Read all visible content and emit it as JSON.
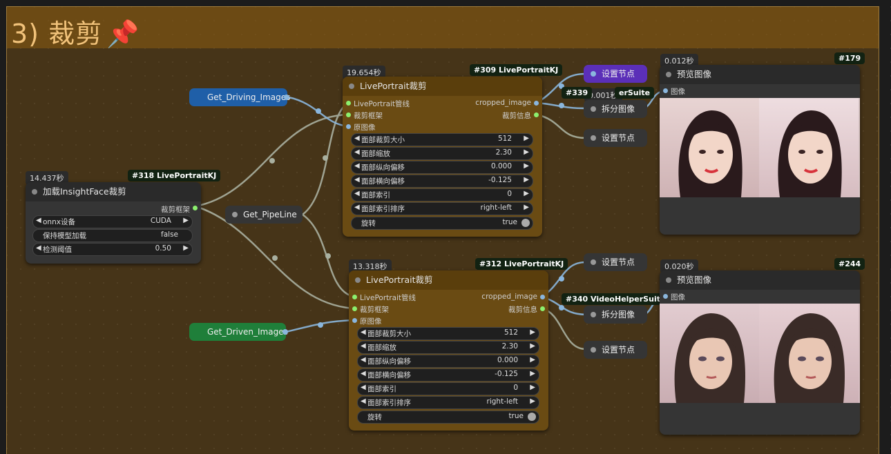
{
  "group": {
    "title": "3) 裁剪",
    "pin": "📌"
  },
  "nodes": {
    "load_insightface": {
      "time": "14.437秒",
      "id": "#318 LivePortraitKJ",
      "title": "加载InsightFace裁剪",
      "output": "裁剪框架",
      "widgets": [
        {
          "label": "onnx设备",
          "value": "CUDA"
        },
        {
          "label": "保持模型加载",
          "value": "false"
        },
        {
          "label": "检测阈值",
          "value": "0.50"
        }
      ]
    },
    "crop1": {
      "time": "19.654秒",
      "id": "#309 LivePortraitKJ",
      "title": "LivePortrait裁剪",
      "inputs": [
        "LivePortrait管线",
        "裁剪框架",
        "原图像"
      ],
      "outputs": [
        "cropped_image",
        "裁剪信息"
      ],
      "widgets": [
        {
          "label": "面部裁剪大小",
          "value": "512"
        },
        {
          "label": "面部缩放",
          "value": "2.30"
        },
        {
          "label": "面部纵向偏移",
          "value": "0.000"
        },
        {
          "label": "面部横向偏移",
          "value": "-0.125"
        },
        {
          "label": "面部索引",
          "value": "0"
        },
        {
          "label": "面部索引排序",
          "value": "right-left"
        }
      ],
      "toggle": {
        "label": "旋转",
        "value": "true"
      }
    },
    "crop2": {
      "time": "13.318秒",
      "id": "#312 LivePortraitKJ",
      "title": "LivePortrait裁剪",
      "inputs": [
        "LivePortrait管线",
        "裁剪框架",
        "原图像"
      ],
      "outputs": [
        "cropped_image",
        "裁剪信息"
      ],
      "widgets": [
        {
          "label": "面部裁剪大小",
          "value": "512"
        },
        {
          "label": "面部缩放",
          "value": "2.30"
        },
        {
          "label": "面部纵向偏移",
          "value": "0.000"
        },
        {
          "label": "面部横向偏移",
          "value": "-0.125"
        },
        {
          "label": "面部索引",
          "value": "0"
        },
        {
          "label": "面部索引排序",
          "value": "right-left"
        }
      ],
      "toggle": {
        "label": "旋转",
        "value": "true"
      }
    },
    "preview1": {
      "time": "0.012秒",
      "id": "#179",
      "title": "预览图像",
      "input": "图像"
    },
    "preview2": {
      "time": "0.020秒",
      "id": "#244",
      "title": "预览图像",
      "input": "图像"
    }
  },
  "pills": {
    "get_driving": "Get_Driving_Images",
    "get_pipeline": "Get_PipeLine",
    "get_driven": "Get_Driven_Images",
    "set_node_1": "设置节点",
    "set_node_2": "设置节点",
    "set_node_3": "设置节点",
    "set_node_4": "设置节点",
    "split_1": "拆分图像",
    "split_2": "拆分图像",
    "split_1_time": "0.001秒",
    "split_1_id_a": "#339",
    "split_1_id_b": "erSuite",
    "split_2_id": "#340 VideoHelperSuite"
  },
  "colors": {
    "accent_blue": "#1f5fa8",
    "accent_green": "#1f7f3a",
    "accent_purple": "#5b2fb8",
    "slot_green": "#8cf06e",
    "slot_blue": "#8ab6dd"
  }
}
